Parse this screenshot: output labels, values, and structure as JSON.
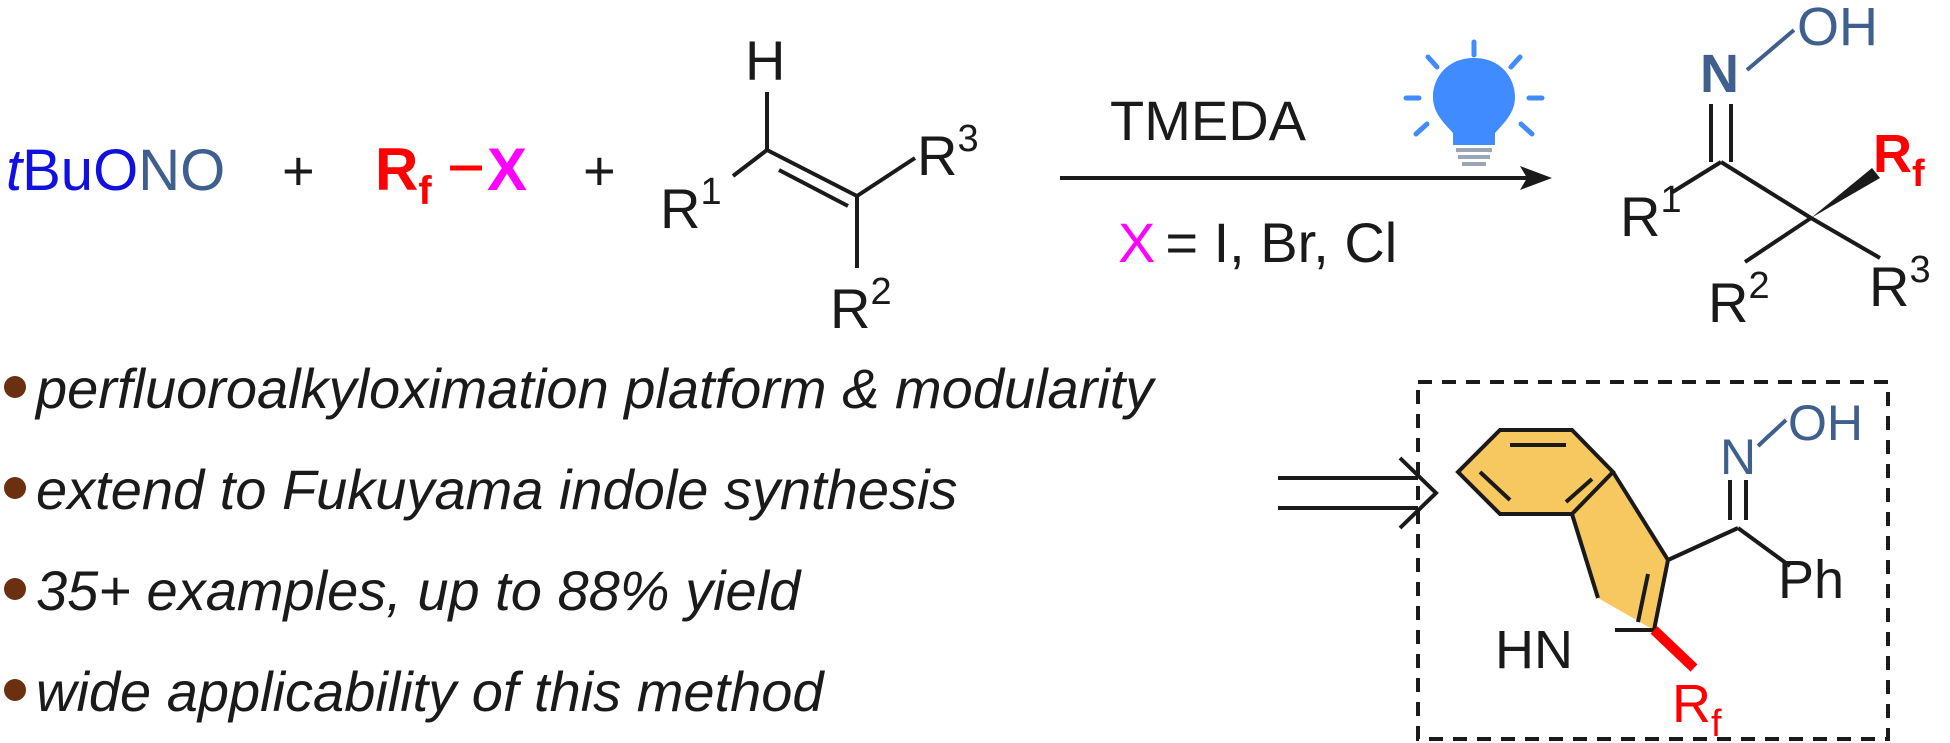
{
  "colors": {
    "blue": "#1010e0",
    "slate": "#3f5f8f",
    "red": "#ff0000",
    "magenta": "#ff00ff",
    "indole_fill": "#f8c860",
    "bulb": "#3f8bff",
    "bullet": "#6b3010",
    "ink": "#1a1a1a"
  },
  "reagents": {
    "tbu_t": "t",
    "tbu_bu": "Bu",
    "tbu_o": "O",
    "tbu_no": "NO",
    "plus": "+",
    "rf_main": "R",
    "rf_sub": "f",
    "x": "X",
    "h": "H",
    "r_main": "R",
    "r1_sup": "1",
    "r2_sup": "2",
    "r3_sup": "3"
  },
  "conditions": {
    "reagent": "TMEDA",
    "x_label": "X",
    "x_values": "= I, Br, Cl",
    "light_icon": "lightbulb-icon"
  },
  "product": {
    "n": "N",
    "oh": "OH"
  },
  "bullets": [
    "perfluoroalkyloximation platform & modularity",
    "extend to Fukuyama indole synthesis",
    "35+ examples, up to 88% yield",
    "wide applicability of this method"
  ],
  "indole": {
    "n": "N",
    "oh": "OH",
    "ph": "Ph",
    "hn": "HN"
  }
}
